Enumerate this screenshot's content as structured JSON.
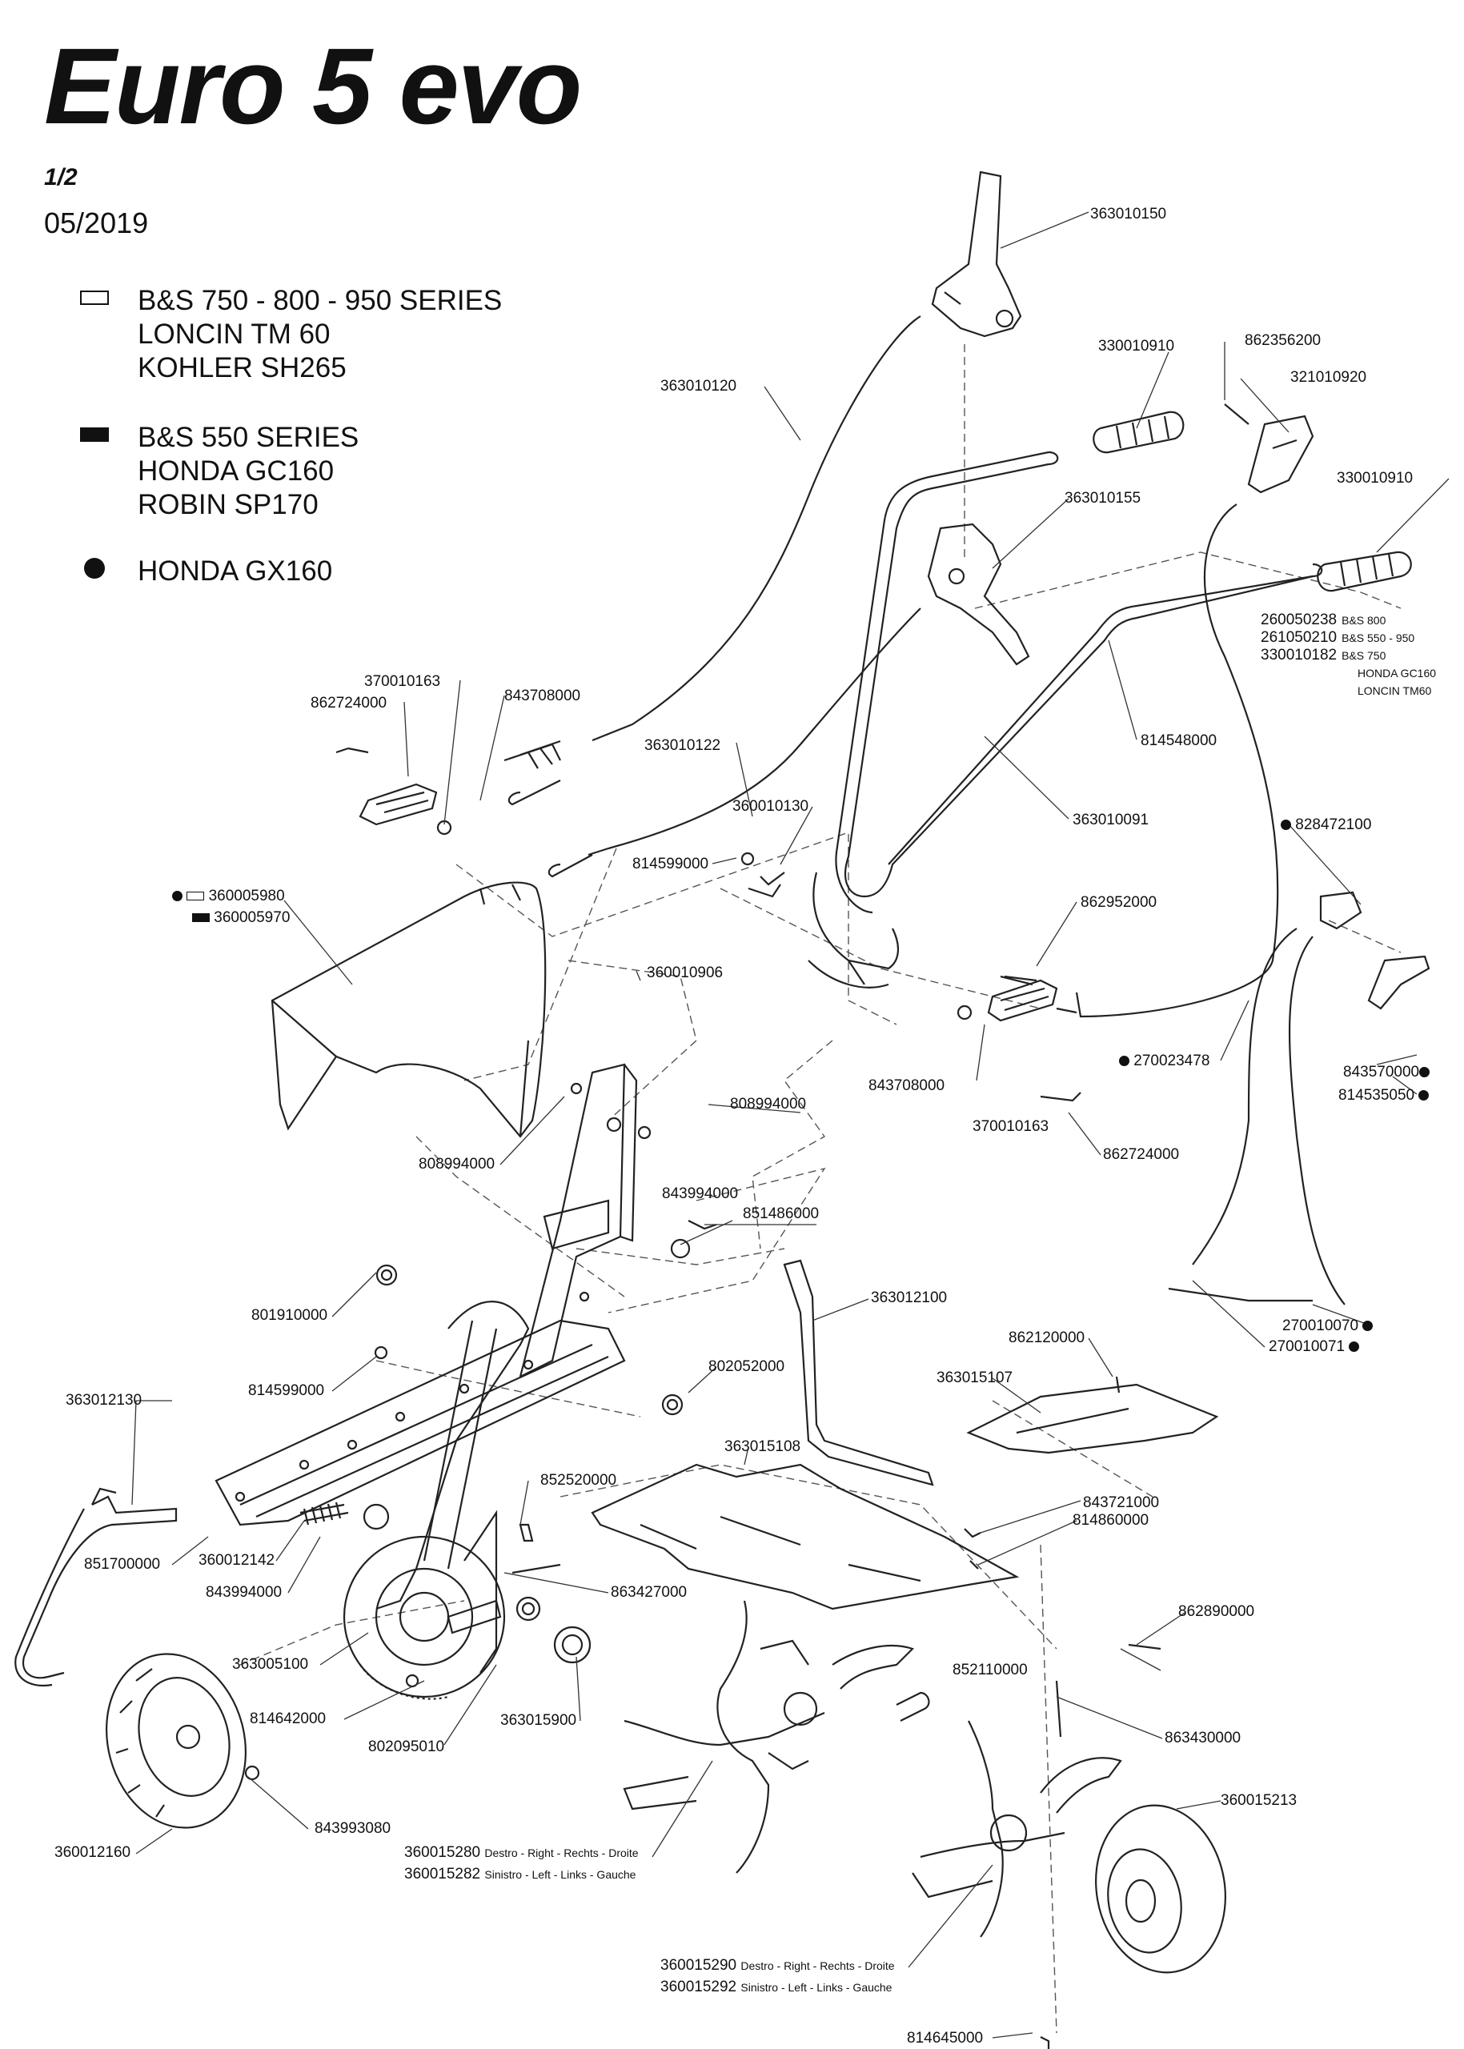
{
  "header": {
    "title": "Euro 5 evo",
    "sheet": "1/2",
    "date": "05/2019"
  },
  "legend": [
    {
      "symbol": "outline-rectangle",
      "lines": [
        "B&S 750 - 800 - 950 SERIES",
        "LONCIN TM 60",
        "KOHLER SH265"
      ]
    },
    {
      "symbol": "filled-rectangle",
      "lines": [
        "B&S 550 SERIES",
        "HONDA GC160",
        "ROBIN SP170"
      ]
    },
    {
      "symbol": "filled-circle",
      "lines": [
        "HONDA GX160"
      ]
    }
  ],
  "parts": [
    {
      "code": "363010150"
    },
    {
      "code": "330010910"
    },
    {
      "code": "862356200"
    },
    {
      "code": "321010920"
    },
    {
      "code": "363010120"
    },
    {
      "code": "330010910"
    },
    {
      "code": "363010155"
    },
    {
      "code": "370010163"
    },
    {
      "code": "862724000"
    },
    {
      "code": "843708000"
    },
    {
      "code": "363010122"
    },
    {
      "code": "814548000"
    },
    {
      "code": "360010130"
    },
    {
      "code": "814599000"
    },
    {
      "code": "363010091"
    },
    {
      "code": "828472100"
    },
    {
      "code": "360005980"
    },
    {
      "code": "360005970"
    },
    {
      "code": "862952000"
    },
    {
      "code": "360010906"
    },
    {
      "code": "843708000"
    },
    {
      "code": "270023478"
    },
    {
      "code": "808994000"
    },
    {
      "code": "843570000"
    },
    {
      "code": "814535050"
    },
    {
      "code": "370010163"
    },
    {
      "code": "808994000"
    },
    {
      "code": "862724000"
    },
    {
      "code": "843994000"
    },
    {
      "code": "851486000"
    },
    {
      "code": "363012100"
    },
    {
      "code": "801910000"
    },
    {
      "code": "270010070"
    },
    {
      "code": "270010071"
    },
    {
      "code": "862120000"
    },
    {
      "code": "802052000"
    },
    {
      "code": "814599000"
    },
    {
      "code": "363015107"
    },
    {
      "code": "363012130"
    },
    {
      "code": "363015108"
    },
    {
      "code": "852520000"
    },
    {
      "code": "843721000"
    },
    {
      "code": "814860000"
    },
    {
      "code": "851700000"
    },
    {
      "code": "360012142"
    },
    {
      "code": "843994000"
    },
    {
      "code": "863427000"
    },
    {
      "code": "862890000"
    },
    {
      "code": "363005100"
    },
    {
      "code": "852110000"
    },
    {
      "code": "814642000"
    },
    {
      "code": "863430000"
    },
    {
      "code": "802095010"
    },
    {
      "code": "363015900"
    },
    {
      "code": "360015213"
    },
    {
      "code": "843993080"
    },
    {
      "code": "360012160"
    },
    {
      "code": "360015280",
      "note": "Destro - Right - Rechts - Droite"
    },
    {
      "code": "360015282",
      "note": "Sinistro - Left - Links - Gauche"
    },
    {
      "code": "360015290",
      "note": "Destro - Right - Rechts - Droite"
    },
    {
      "code": "360015292",
      "note": "Sinistro - Left - Links - Gauche"
    },
    {
      "code": "814645000"
    }
  ],
  "engine_variants": [
    {
      "code": "260050238",
      "engine": "B&S 800"
    },
    {
      "code": "261050210",
      "engine": "B&S 550 - 950"
    },
    {
      "code": "330010182",
      "engine": "B&S 750"
    },
    {
      "code": "",
      "engine": "HONDA GC160"
    },
    {
      "code": "",
      "engine": "LONCIN TM60"
    }
  ]
}
